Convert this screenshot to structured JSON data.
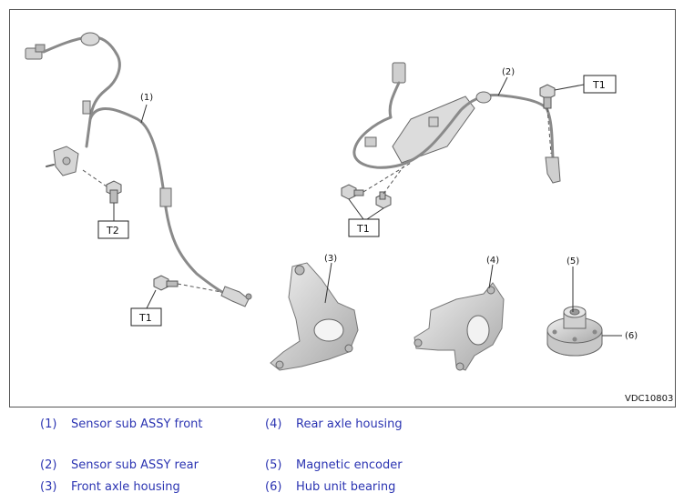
{
  "figure": {
    "code": "VDC10803",
    "callouts": [
      "(1)",
      "(2)",
      "(3)",
      "(4)",
      "(5)",
      "(6)"
    ],
    "torque_labels": {
      "t1": "T1",
      "t2": "T2"
    }
  },
  "legend": [
    {
      "num": "(1)",
      "text": "Sensor sub ASSY front"
    },
    {
      "num": "(4)",
      "text": "Rear axle housing"
    },
    {
      "num": "(2)",
      "text": "Sensor sub ASSY rear"
    },
    {
      "num": "(5)",
      "text": "Magnetic encoder"
    },
    {
      "num": "(3)",
      "text": "Front axle housing"
    },
    {
      "num": "(6)",
      "text": "Hub unit bearing"
    }
  ],
  "colors": {
    "legend_text": "#2b34b2",
    "part_fill": "#d9d9d9",
    "part_stroke": "#777777"
  }
}
